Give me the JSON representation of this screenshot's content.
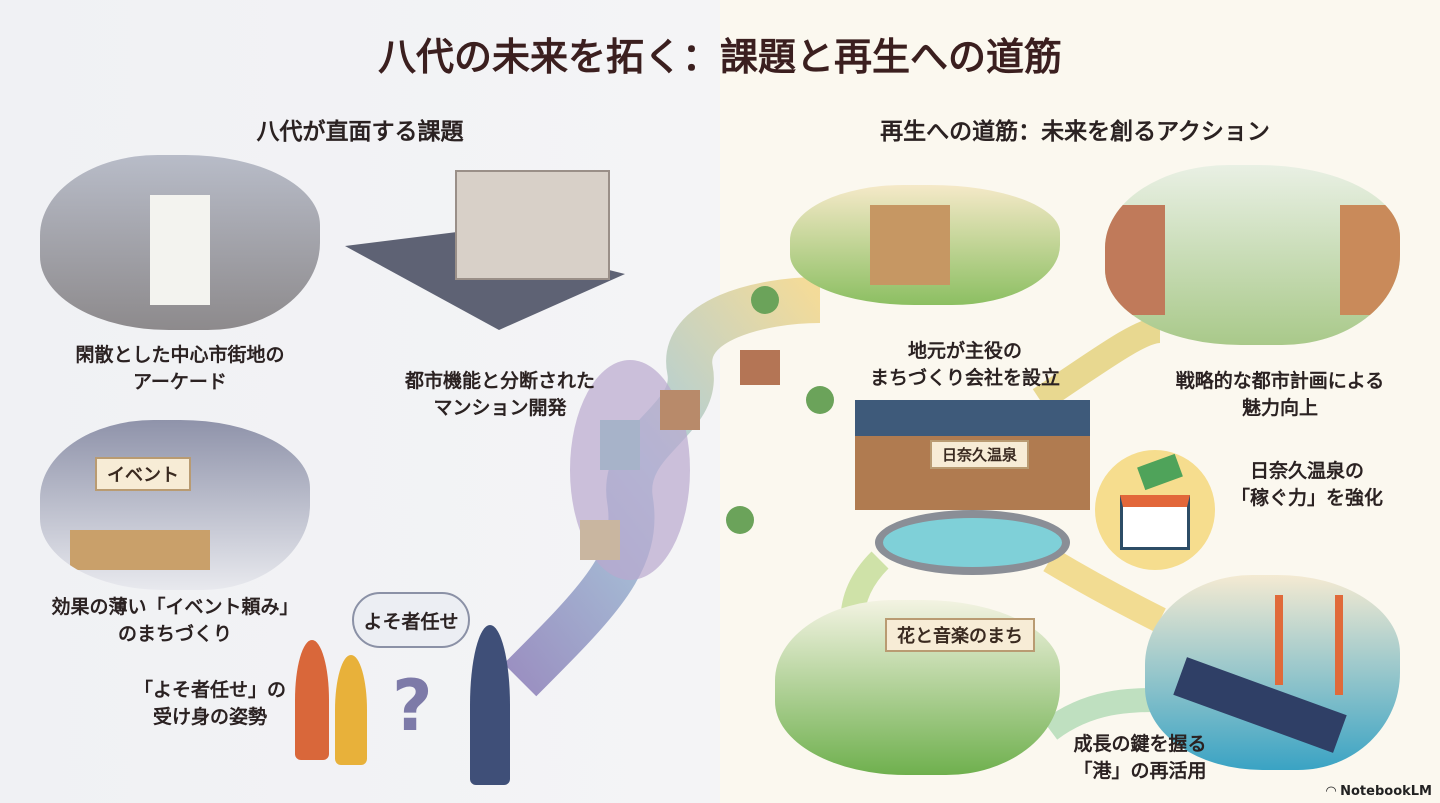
{
  "title": "八代の未来を拓く：課題と再生への道筋",
  "left": {
    "heading": "八代が直面する課題",
    "items": [
      {
        "caption": [
          "閑散とした中心市街地の",
          "アーケード"
        ]
      },
      {
        "caption": [
          "都市機能と分断された",
          "マンション開発"
        ]
      },
      {
        "caption": [
          "効果の薄い「イベント頼み」",
          "のまちづくり"
        ],
        "banner": "イベント"
      },
      {
        "caption": [
          "「よそ者任せ」の",
          "受け身の姿勢"
        ],
        "bubble": "よそ者任せ"
      }
    ]
  },
  "right": {
    "heading": "再生への道筋：未来を創るアクション",
    "items": [
      {
        "caption": [
          "地元が主役の",
          "まちづくり会社を設立"
        ]
      },
      {
        "caption": [
          "戦略的な都市計画による",
          "魅力向上"
        ]
      },
      {
        "caption": [
          "日奈久温泉の",
          "「稼ぐ力」を強化"
        ],
        "sign": "日奈久温泉"
      },
      {
        "caption": [
          "成長の鍵を握る",
          "「港」の再活用"
        ]
      },
      {
        "banner": "花と音楽のまち"
      }
    ]
  },
  "branding": "NotebookLM"
}
